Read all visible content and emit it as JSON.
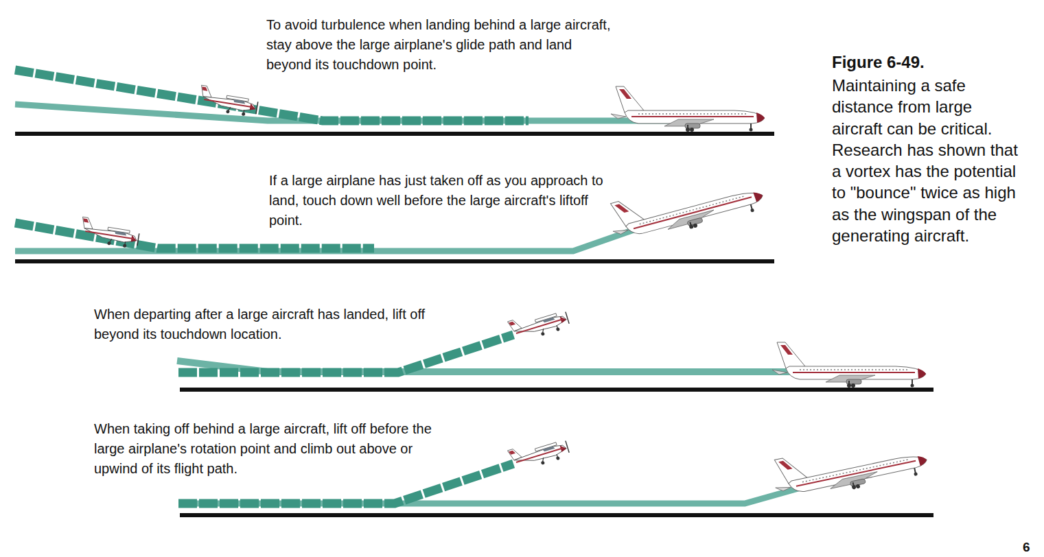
{
  "diagram": {
    "title": "Figure 6-49.",
    "caption": "Maintaining a safe distance from large aircraft can be critical. Research has shown that a vortex has the potential to \"bounce\" twice as high as the wingspan of the generating aircraft.",
    "labels": [
      "To avoid turbulence when landing behind a large aircraft, stay above the large airplane's glide path and land beyond its touchdown point.",
      "If a large airplane has just taken off as you approach to land, touch down well before the large aircraft's liftoff point.",
      "When departing after a large aircraft has landed, lift off beyond its touchdown location.",
      "When taking off behind a large aircraft, lift off before the large airplane's rotation point and climb out above or upwind of its flight path.",
      "6"
    ]
  }
}
